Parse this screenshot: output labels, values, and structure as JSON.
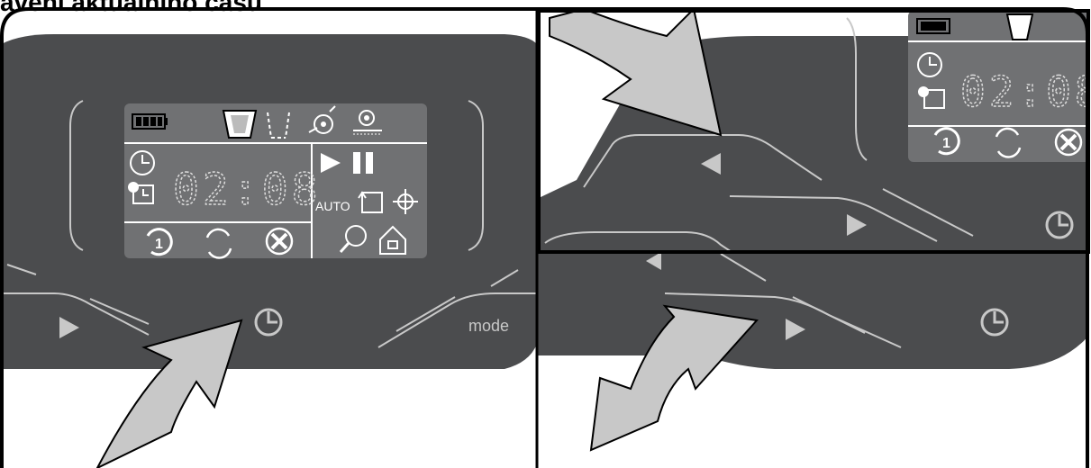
{
  "heading": "avení aktuálního času",
  "display": {
    "time": "02:08",
    "mode_auto": "AUTO"
  },
  "panel": {
    "mode_label": "mode"
  },
  "colors": {
    "panel": "#4b4c4e",
    "lcd": "#6f7072",
    "line": "#c8c8c8",
    "arrow": "#c8c8c8",
    "frame": "#000000"
  }
}
